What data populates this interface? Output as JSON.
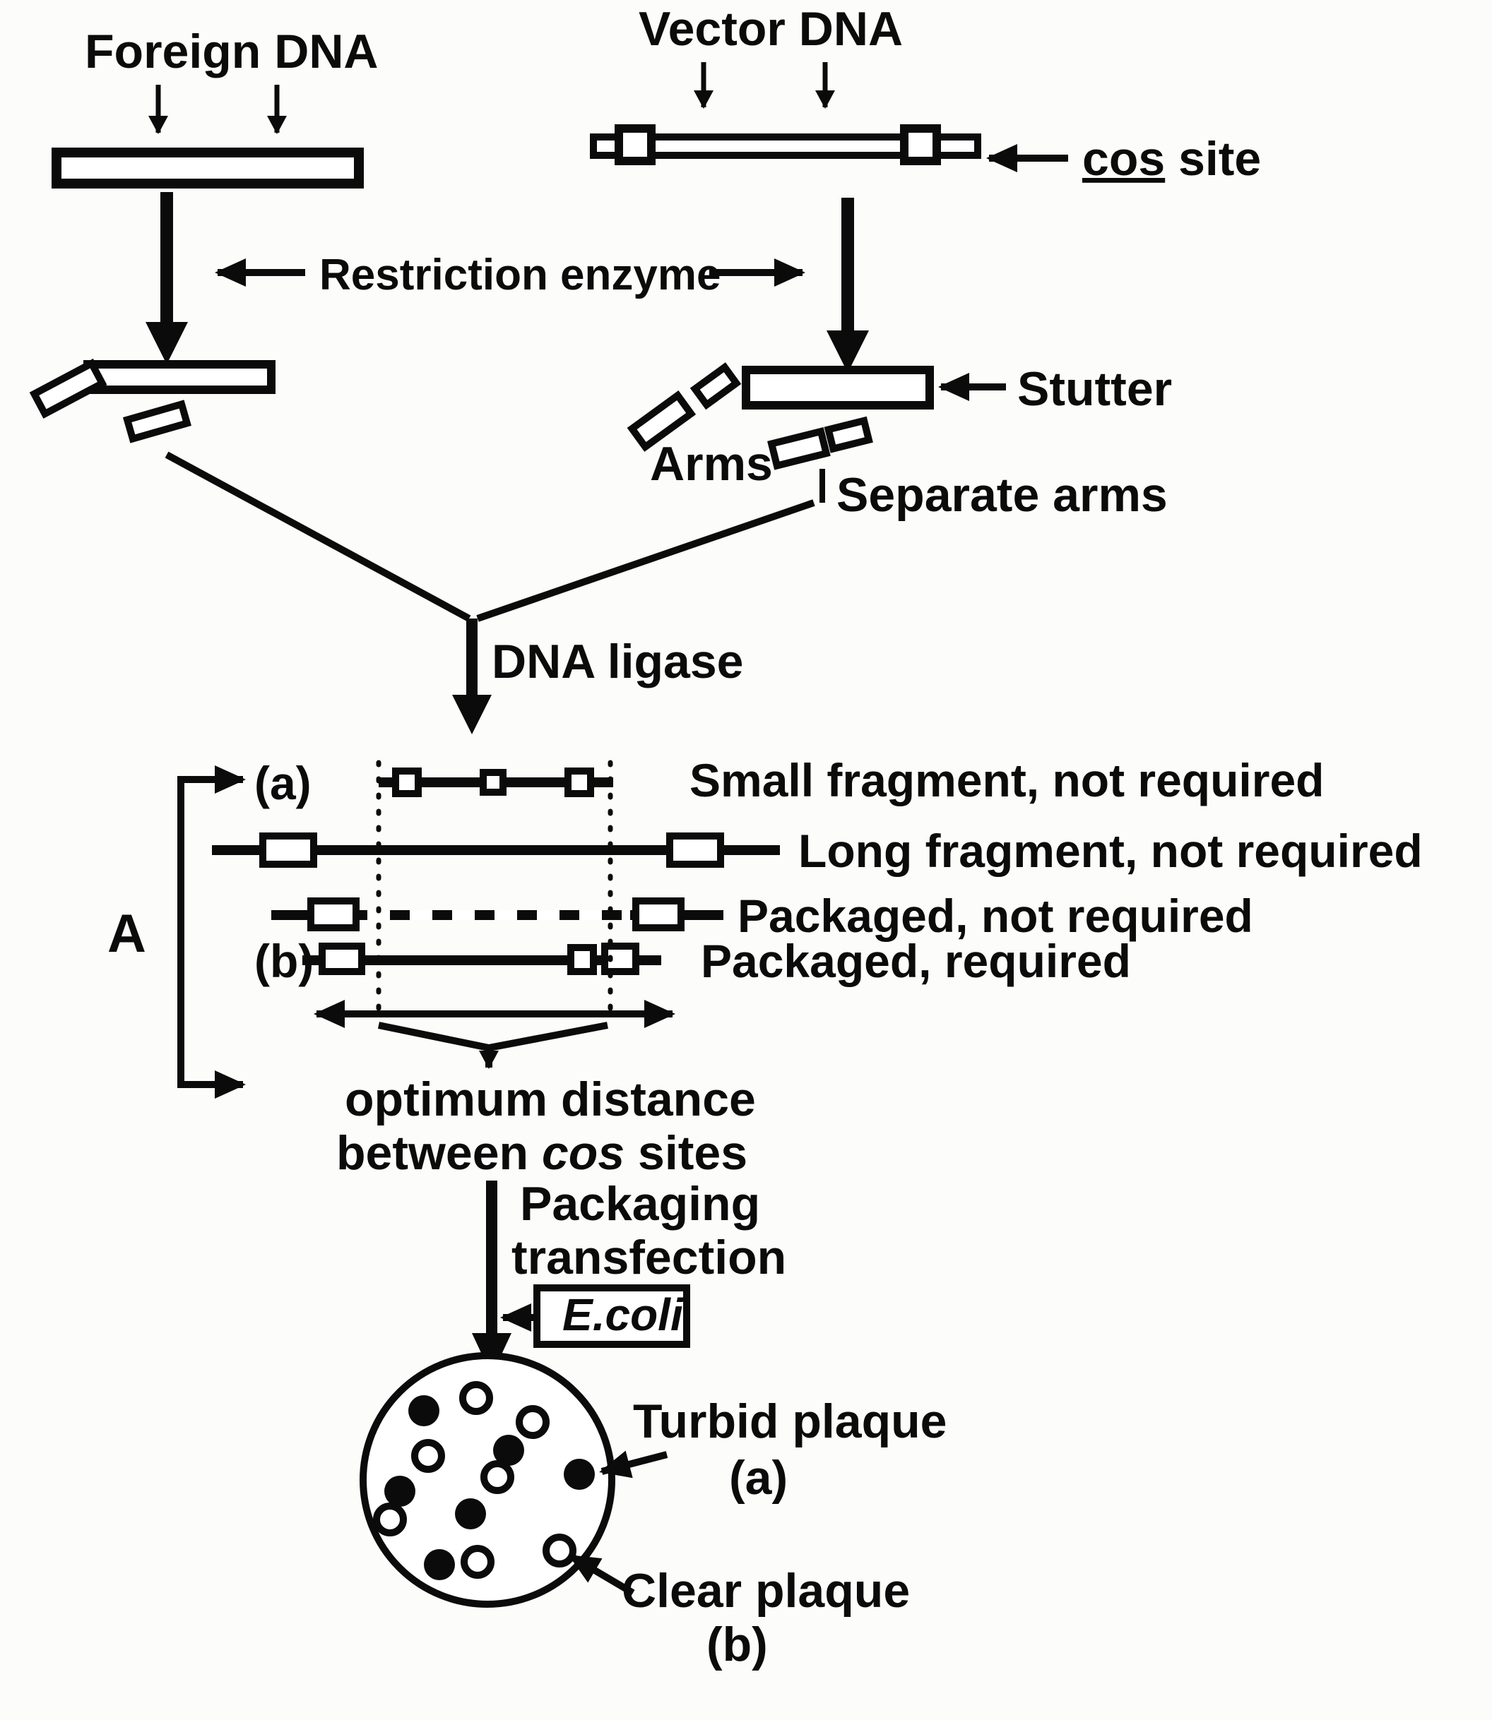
{
  "diagram": {
    "top_left": {
      "title": "Foreign DNA"
    },
    "top_right": {
      "title": "Vector DNA",
      "cos_label_cos": "cos",
      "cos_label_rest": " site"
    },
    "restriction": {
      "label": "Restriction enzyme"
    },
    "cut_products": {
      "stutter": "Stutter",
      "arms": "Arms",
      "separate_arms": "Separate arms"
    },
    "ligation": {
      "label": "DNA ligase"
    },
    "fragments": {
      "bracket_label": "A",
      "row_a_marker": "(a)",
      "row_b_marker": "(b)",
      "small": "Small fragment, not required",
      "long": "Long fragment, not required",
      "packaged_not_required": "Packaged, not required",
      "packaged_required": "Packaged, required",
      "optimum_line1": "optimum distance",
      "optimum_line2_pre": "between ",
      "optimum_line2_cos": "cos",
      "optimum_line2_post": " sites"
    },
    "packaging": {
      "line1": "Packaging",
      "line2": "transfection",
      "ecoli": "E.coli"
    },
    "plate": {
      "turbid_label": "Turbid plaque",
      "turbid_marker": "(a)",
      "clear_label": "Clear plaque",
      "clear_marker": "(b)"
    }
  }
}
